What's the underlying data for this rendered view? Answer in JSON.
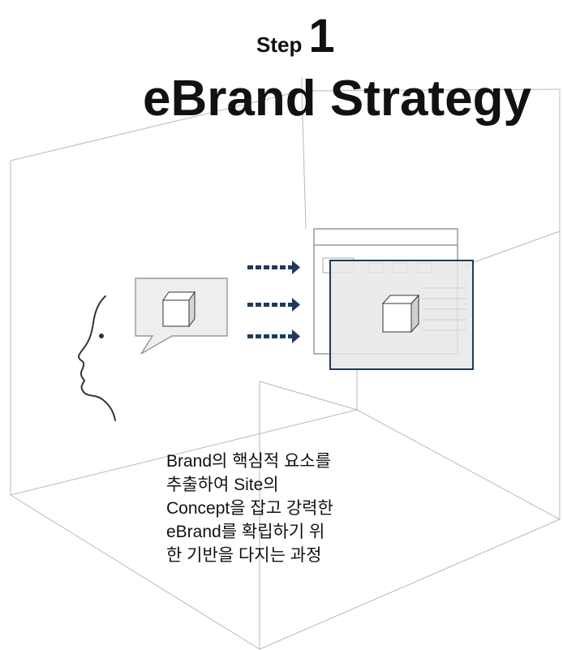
{
  "title": {
    "step_label": "Step",
    "step_number": "1",
    "main": "eBrand Strategy"
  },
  "description": {
    "lines": [
      "Brand의 핵심적 요소를",
      "추출하여 Site의",
      "Concept을 잡고 강력한",
      "eBrand를 확립하기 위",
      "한 기반을 다지는 과정"
    ]
  },
  "colors": {
    "arrow": "#1f3b5c",
    "window_frame": "#1f3b5c",
    "box_outline": "#b9b9b9",
    "panel_fill": "#eeeeee",
    "text": "#111111"
  },
  "icons": {
    "person": "head-profile-icon",
    "idea_bubble": "speech-bubble-icon",
    "idea_cube": "cube-icon",
    "browser": "browser-window-icon",
    "arrows": "dotted-arrow-icon"
  }
}
